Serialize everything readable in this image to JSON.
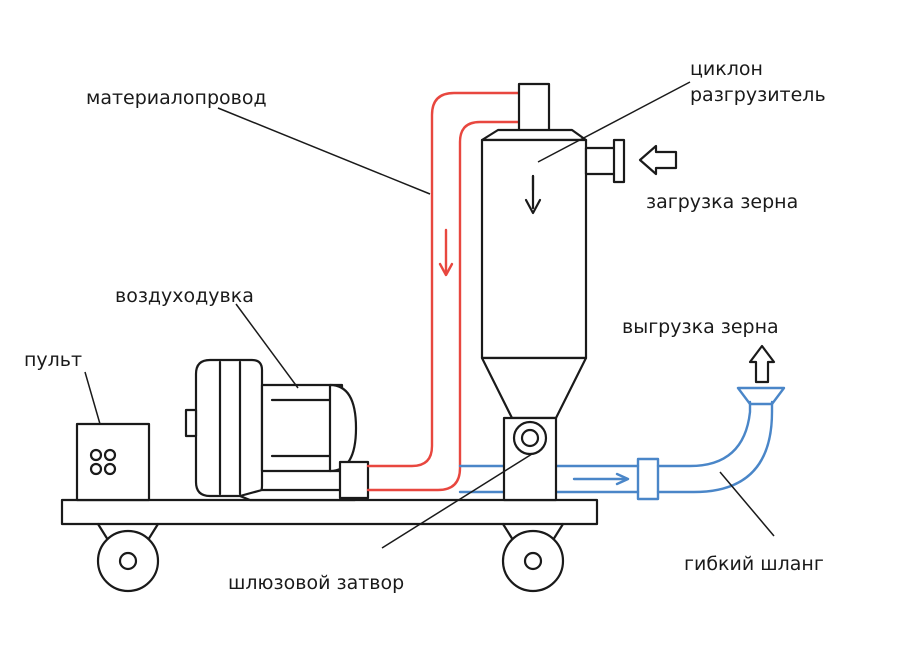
{
  "labels": {
    "pipeline": "материалопровод",
    "cyclone_line1": "циклон",
    "cyclone_line2": "разгрузитель",
    "grain_loading": "загрузка зерна",
    "blower": "воздуходувка",
    "grain_unloading": "выгрузка зерна",
    "control_panel": "пульт",
    "airlock": "шлюзовой затвор",
    "flexible_hose": "гибкий шланг"
  },
  "colors": {
    "outline": "#1a1a1a",
    "pressure_line": "#e8473f",
    "transport_line": "#4a86c8"
  }
}
